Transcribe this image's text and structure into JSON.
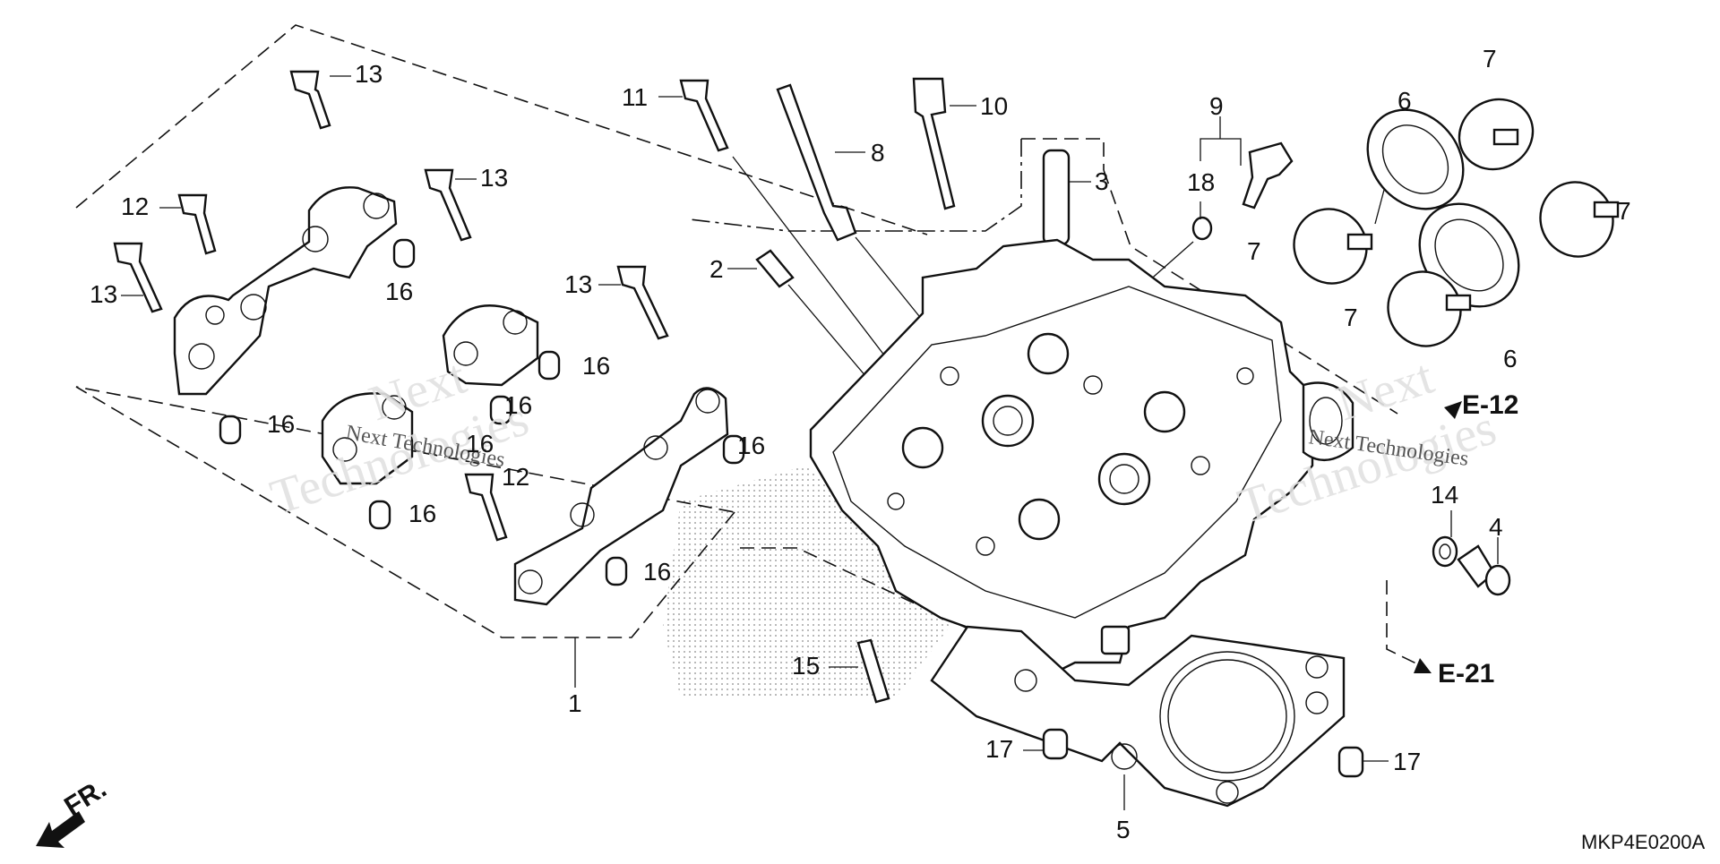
{
  "diagram": {
    "code": "MKP4E0200A",
    "direction_label": "FR.",
    "references": [
      {
        "id": "ref-e12",
        "text": "E-12"
      },
      {
        "id": "ref-e21",
        "text": "E-21"
      }
    ],
    "watermark": {
      "line1": "Next",
      "line2": "Technologies",
      "full": "Next Technologies"
    },
    "callouts": [
      {
        "id": "c13a",
        "text": "13"
      },
      {
        "id": "c12a",
        "text": "12"
      },
      {
        "id": "c13b",
        "text": "13"
      },
      {
        "id": "c13c",
        "text": "13"
      },
      {
        "id": "c16a",
        "text": "16"
      },
      {
        "id": "c16b",
        "text": "16"
      },
      {
        "id": "c16c",
        "text": "16"
      },
      {
        "id": "c16d",
        "text": "16"
      },
      {
        "id": "c16e",
        "text": "16"
      },
      {
        "id": "c16f",
        "text": "16"
      },
      {
        "id": "c16g",
        "text": "16"
      },
      {
        "id": "c16h",
        "text": "16"
      },
      {
        "id": "c12b",
        "text": "12"
      },
      {
        "id": "c13d",
        "text": "13"
      },
      {
        "id": "c11",
        "text": "11"
      },
      {
        "id": "c8",
        "text": "8"
      },
      {
        "id": "c10",
        "text": "10"
      },
      {
        "id": "c3",
        "text": "3"
      },
      {
        "id": "c2",
        "text": "2"
      },
      {
        "id": "c9",
        "text": "9"
      },
      {
        "id": "c18",
        "text": "18"
      },
      {
        "id": "c6a",
        "text": "6"
      },
      {
        "id": "c7a",
        "text": "7"
      },
      {
        "id": "c7b",
        "text": "7"
      },
      {
        "id": "c7c",
        "text": "7"
      },
      {
        "id": "c7d",
        "text": "7"
      },
      {
        "id": "c6b",
        "text": "6"
      },
      {
        "id": "c14",
        "text": "14"
      },
      {
        "id": "c4",
        "text": "4"
      },
      {
        "id": "c15",
        "text": "15"
      },
      {
        "id": "c1",
        "text": "1"
      },
      {
        "id": "c17a",
        "text": "17"
      },
      {
        "id": "c17b",
        "text": "17"
      },
      {
        "id": "c5",
        "text": "5"
      }
    ]
  }
}
